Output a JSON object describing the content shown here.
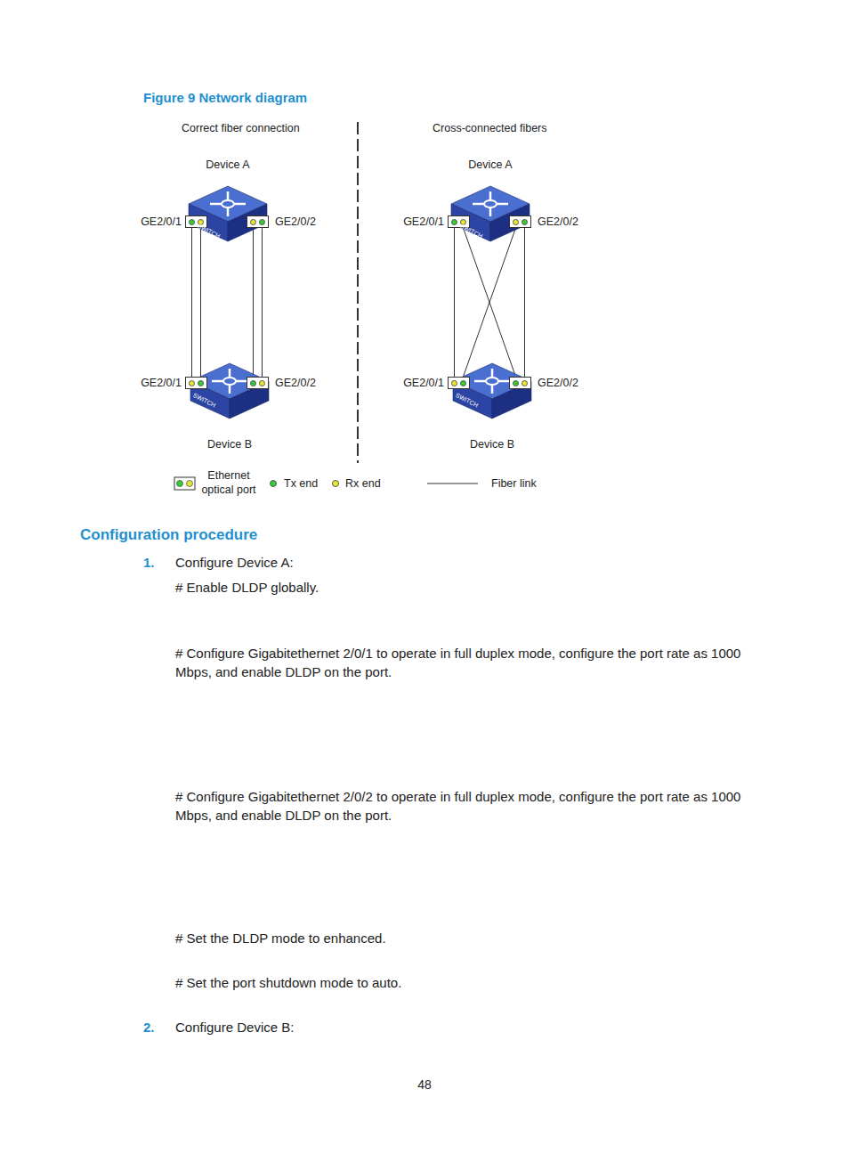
{
  "diagram": {
    "title": "Figure 9 Network diagram",
    "nodes": [
      {
        "text": [
          "Device A"
        ]
      },
      {
        "text": [
          "GE2/0/1"
        ],
        "in": 0
      },
      {
        "text": [
          "GE2/0/2"
        ],
        "in": 0
      },
      {
        "text": [
          "Device B"
        ]
      },
      {
        "text": [
          "GE2/0/1"
        ],
        "in": 3
      },
      {
        "text": [
          "GE2/0/2"
        ],
        "in": 3
      },
      {
        "text": [
          "Device A"
        ]
      },
      {
        "text": [
          "GE2/0/1"
        ],
        "in": 6
      },
      {
        "text": [
          "GE2/0/2"
        ],
        "in": 6
      },
      {
        "text": [
          "Device B"
        ]
      },
      {
        "text": [
          "GE2/0/1"
        ],
        "in": 9
      },
      {
        "text": [
          "GE2/0/2"
        ],
        "in": 9
      }
    ],
    "edges": [
      {
        "from": 1,
        "to": 4,
        "arrow": "none"
      },
      {
        "from": 1,
        "to": 4,
        "arrow": "none"
      },
      {
        "from": 2,
        "to": 5,
        "arrow": "none"
      },
      {
        "from": 2,
        "to": 5,
        "arrow": "none"
      },
      {
        "from": 7,
        "to": 10,
        "arrow": "none"
      },
      {
        "from": 7,
        "to": 11,
        "arrow": "none"
      },
      {
        "from": 8,
        "to": 10,
        "arrow": "none"
      },
      {
        "from": 8,
        "to": 11,
        "arrow": "none"
      }
    ],
    "labels": [
      "Correct fiber connection",
      "Cross-connected fibers",
      "SWITCH",
      "SWITCH",
      "SWITCH",
      "SWITCH",
      "Configuration procedure",
      "1.",
      "Configure Device A:",
      "# Enable DLDP globally.",
      "# Configure Gigabitethernet 2/0/1 to operate in full duplex mode, configure the port rate as 1000 Mbps, and enable DLDP on the port.",
      "# Configure Gigabitethernet 2/0/2 to operate in full duplex mode, configure the port rate as 1000 Mbps, and enable DLDP on the port.",
      "# Set the DLDP mode to enhanced.",
      "# Set the port shutdown mode to auto.",
      "2.",
      "Configure Device B:",
      "48"
    ],
    "legend": [
      {
        "text": "Ethernet optical port"
      },
      {
        "text": "Tx end",
        "color": "#33cc33"
      },
      {
        "text": "Rx end",
        "color": "#e8e832"
      },
      {
        "text": "Fiber link"
      }
    ]
  }
}
